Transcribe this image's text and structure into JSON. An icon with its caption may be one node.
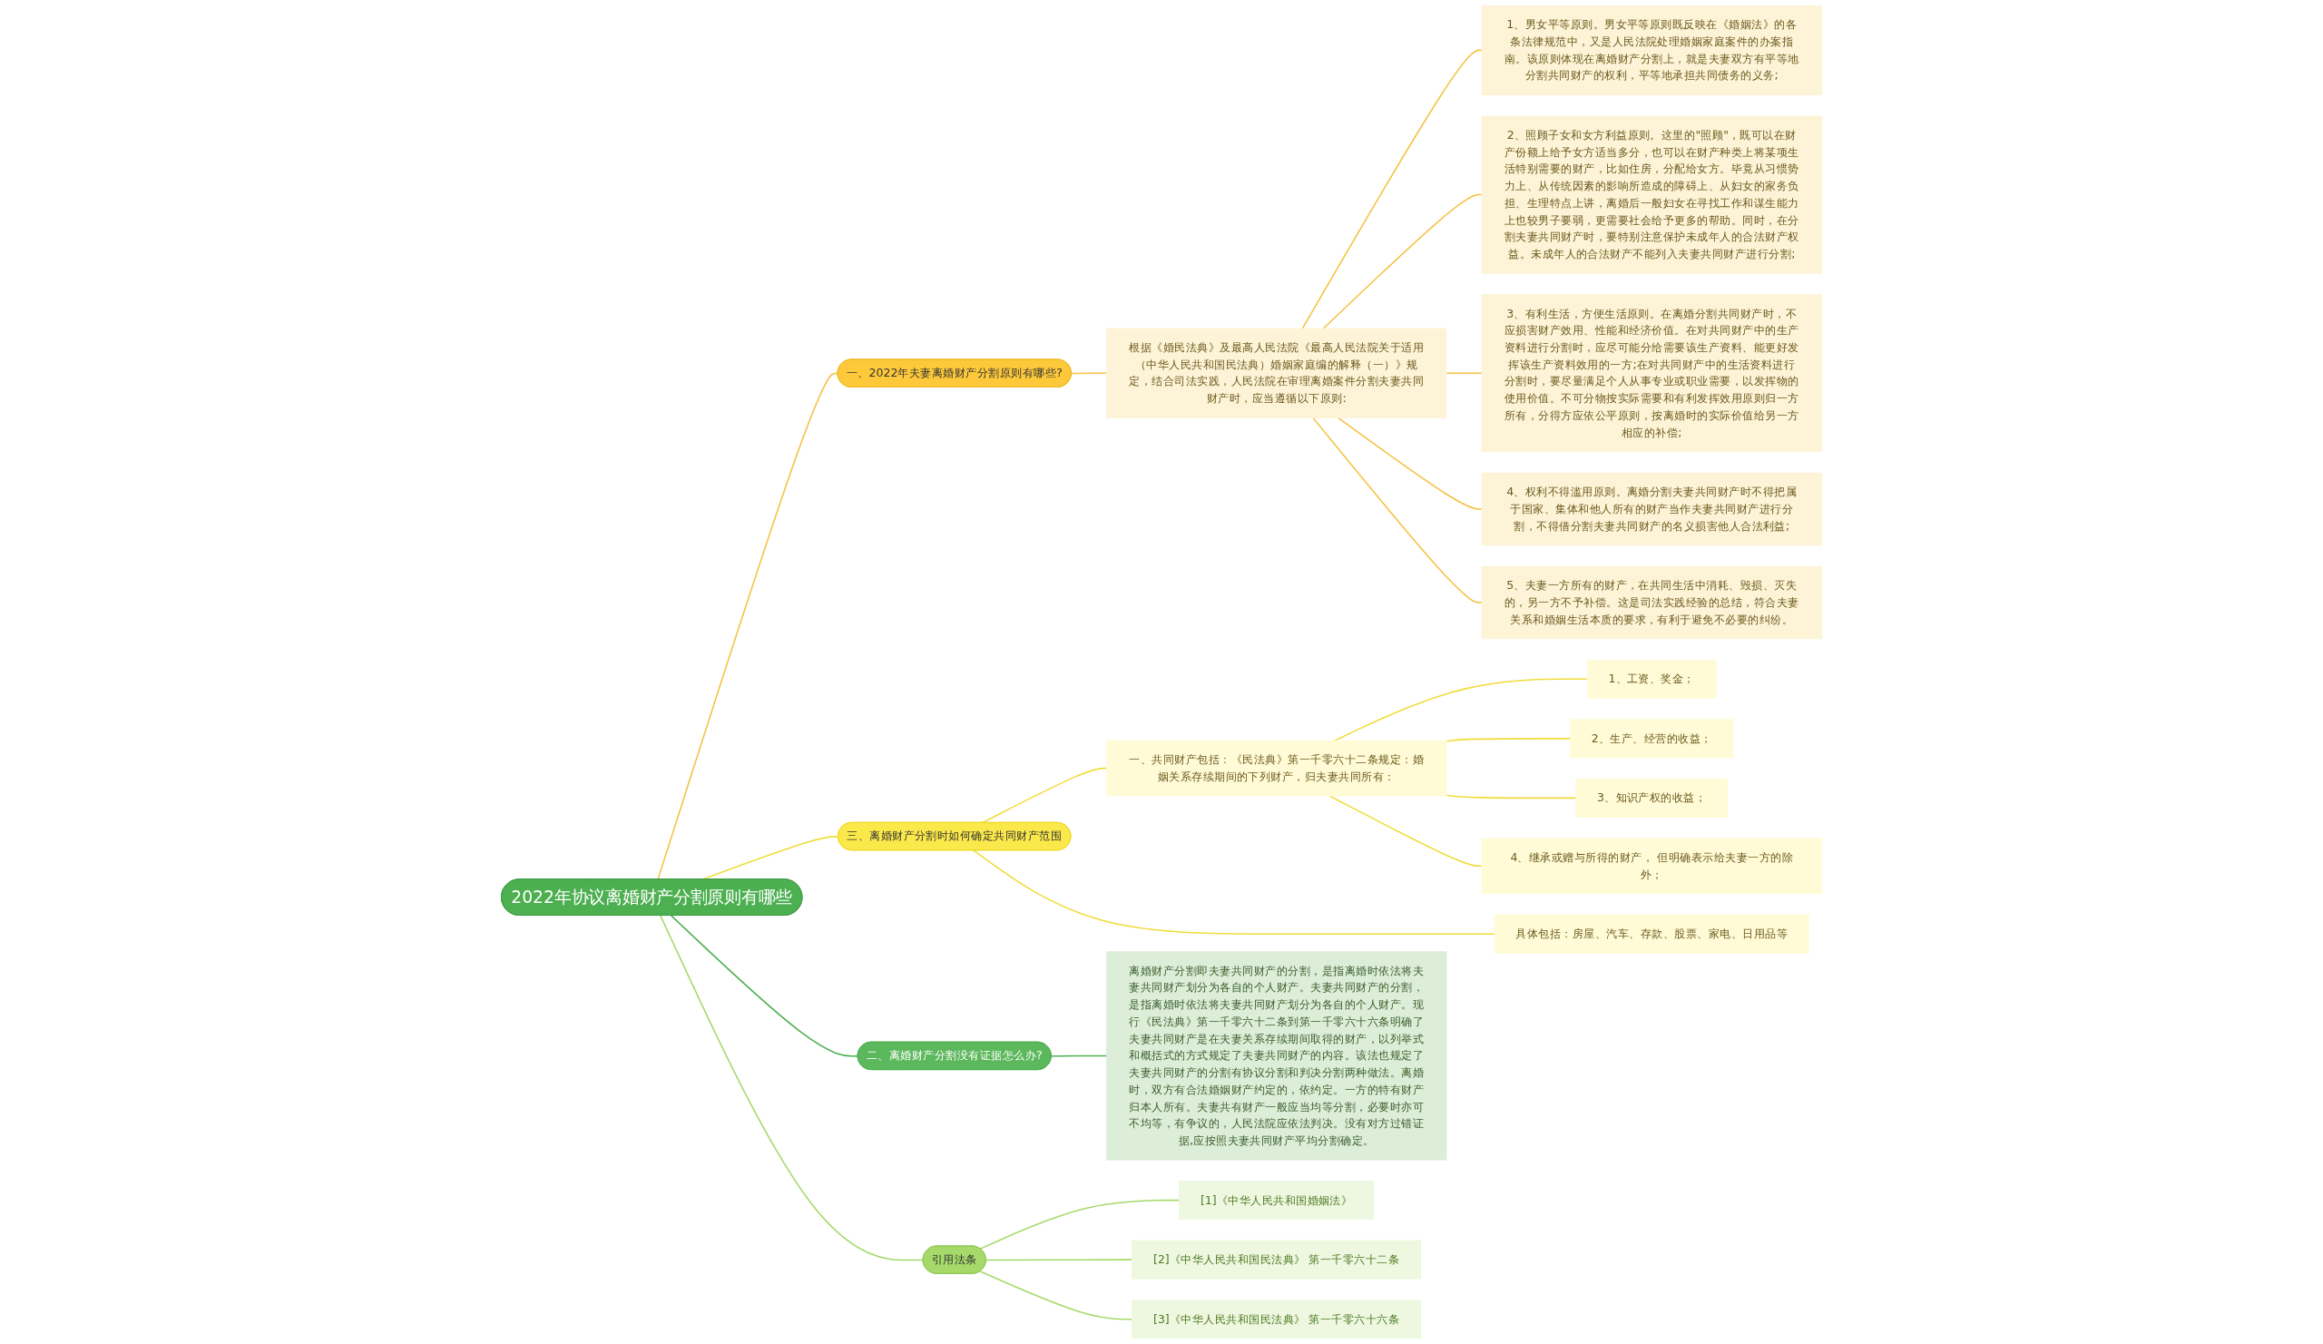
{
  "diagram": {
    "nodes": [
      {
        "text": [
          "2022年协议离婚财产分割原则有哪些"
        ]
      },
      {
        "text": [
          "一、2022年夫妻离婚财产分割原则有哪些?"
        ]
      },
      {
        "text": [
          "根据《婚民法典》及最高人民法院《最高人民法院关于适用（中华人民共和国民法典）婚姻家庭编的解释（一）》规定，结合司法实践，人民法院在审理离婚案件分割夫妻共同财产时，应当遵循以下原则:"
        ]
      },
      {
        "text": [
          "1、男女平等原则。男女平等原则既反映在《婚姻法》的各条法律规范中，又是人民法院处理婚姻家庭案件的办案指南。该原则体现在离婚财产分割上，就是夫妻双方有平等地分割共同财产的权利，平等地承担共同债务的义务;"
        ]
      },
      {
        "text": [
          "2、照顾子女和女方利益原则。这里的\"照顾\"，既可以在财产份额上给予女方适当多分，也可以在财产种类上将某项生活特别需要的财产，比如住房，分配给女方。毕竟从习惯势力上、从传统因素的影响所造成的障碍上、从妇女的家务负担、生理特点上讲，离婚后一般妇女在寻找工作和谋生能力上也较男子要弱，更需要社会给予更多的帮助。同时，在分割夫妻共同财产时，要特别注意保护未成年人的合法财产权益。未成年人的合法财产不能列入夫妻共同财产进行分割;"
        ]
      },
      {
        "text": [
          "3、有利生活，方便生活原则。在离婚分割共同财产时，不应损害财产效用、性能和经济价值。在对共同财产中的生产资料进行分割时，应尽可能分给需要该生产资料、能更好发挥该生产资料效用的一方;在对共同财产中的生活资料进行分割时，要尽量满足个人从事专业或职业需要，以发挥物的使用价值。不可分物按实际需要和有利发挥效用原则归一方所有，分得方应依公平原则，按离婚时的实际价值给另一方相应的补偿;"
        ]
      },
      {
        "text": [
          "4、权利不得滥用原则。离婚分割夫妻共同财产时不得把属于国家、集体和他人所有的财产当作夫妻共同财产进行分割，不得借分割夫妻共同财产的名义损害他人合法利益;"
        ]
      },
      {
        "text": [
          "5、夫妻一方所有的财产，在共同生活中消耗、毁损、灭失的，另一方不予补偿。这是司法实践经验的总结，符合夫妻关系和婚姻生活本质的要求，有利于避免不必要的纠纷。"
        ]
      },
      {
        "text": [
          "三、离婚财产分割时如何确定共同财产范围"
        ]
      },
      {
        "text": [
          "一、共同财产包括：《民法典》第一千零六十二条规定：婚姻关系存续期间的下列财产，归夫妻共同所有："
        ]
      },
      {
        "text": [
          "1、工资、奖金；"
        ]
      },
      {
        "text": [
          "2、生产、经营的收益；"
        ]
      },
      {
        "text": [
          "3、知识产权的收益；"
        ]
      },
      {
        "text": [
          "4、继承或赠与所得的财产， 但明确表示给夫妻一方的除外；"
        ]
      },
      {
        "text": [
          "具体包括：房屋、汽车、存款、股票、家电、日用品等"
        ]
      },
      {
        "text": [
          "二、离婚财产分割没有证据怎么办?"
        ]
      },
      {
        "text": [
          "离婚财产分割即夫妻共同财产的分割，是指离婚时依法将夫妻共同财产划分为各自的个人财产。夫妻共同财产的分割，是指离婚时依法将夫妻共同财产划分为各自的个人财产。现行《民法典》第一千零六十二条到第一千零六十六条明确了夫妻共同财产是在夫妻关系存续期间取得的财产，以列举式和概括式的方式规定了夫妻共同财产的内容。该法也规定了夫妻共同财产的分割有协议分割和判决分割两种做法。离婚时，双方有合法婚姻财产约定的，依约定。一方的特有财产归本人所有。夫妻共有财产一般应当均等分割，必要时亦可不均等，有争议的，人民法院应依法判决。没有对方过错证据,应按照夫妻共同财产平均分割确定。"
        ]
      },
      {
        "text": [
          "引用法条"
        ]
      },
      {
        "text": [
          "[1]《中华人民共和国婚姻法》"
        ]
      },
      {
        "text": [
          "[2]《中华人民共和国民法典》 第一千零六十二条"
        ]
      },
      {
        "text": [
          "[3]《中华人民共和国民法典》 第一千零六十六条"
        ]
      }
    ],
    "edges": [
      {
        "from": 0,
        "to": 1,
        "arrow": "none",
        "color": "#f5c242"
      },
      {
        "from": 1,
        "to": 2,
        "arrow": "none",
        "color": "#f5c242"
      },
      {
        "from": 2,
        "to": 3,
        "arrow": "none",
        "color": "#f5c242"
      },
      {
        "from": 2,
        "to": 4,
        "arrow": "none",
        "color": "#f5c242"
      },
      {
        "from": 2,
        "to": 5,
        "arrow": "none",
        "color": "#f5c242"
      },
      {
        "from": 2,
        "to": 6,
        "arrow": "none",
        "color": "#f5c242"
      },
      {
        "from": 2,
        "to": 7,
        "arrow": "none",
        "color": "#f5c242"
      },
      {
        "from": 0,
        "to": 8,
        "arrow": "none",
        "color": "#f0dc3a"
      },
      {
        "from": 8,
        "to": 9,
        "arrow": "none",
        "color": "#f0dc3a"
      },
      {
        "from": 9,
        "to": 10,
        "arrow": "none",
        "color": "#f0dc3a"
      },
      {
        "from": 9,
        "to": 11,
        "arrow": "none",
        "color": "#f0dc3a"
      },
      {
        "from": 9,
        "to": 12,
        "arrow": "none",
        "color": "#f0dc3a"
      },
      {
        "from": 9,
        "to": 13,
        "arrow": "none",
        "color": "#f0dc3a"
      },
      {
        "from": 8,
        "to": 14,
        "arrow": "none",
        "color": "#f0dc3a"
      },
      {
        "from": 0,
        "to": 15,
        "arrow": "none",
        "color": "#4caf50"
      },
      {
        "from": 15,
        "to": 16,
        "arrow": "none",
        "color": "#4caf50"
      },
      {
        "from": 0,
        "to": 17,
        "arrow": "none",
        "color": "#a5d96a"
      },
      {
        "from": 17,
        "to": 18,
        "arrow": "none",
        "color": "#a5d96a"
      },
      {
        "from": 17,
        "to": 19,
        "arrow": "none",
        "color": "#a5d96a"
      },
      {
        "from": 17,
        "to": 20,
        "arrow": "none",
        "color": "#a5d96a"
      }
    ]
  }
}
